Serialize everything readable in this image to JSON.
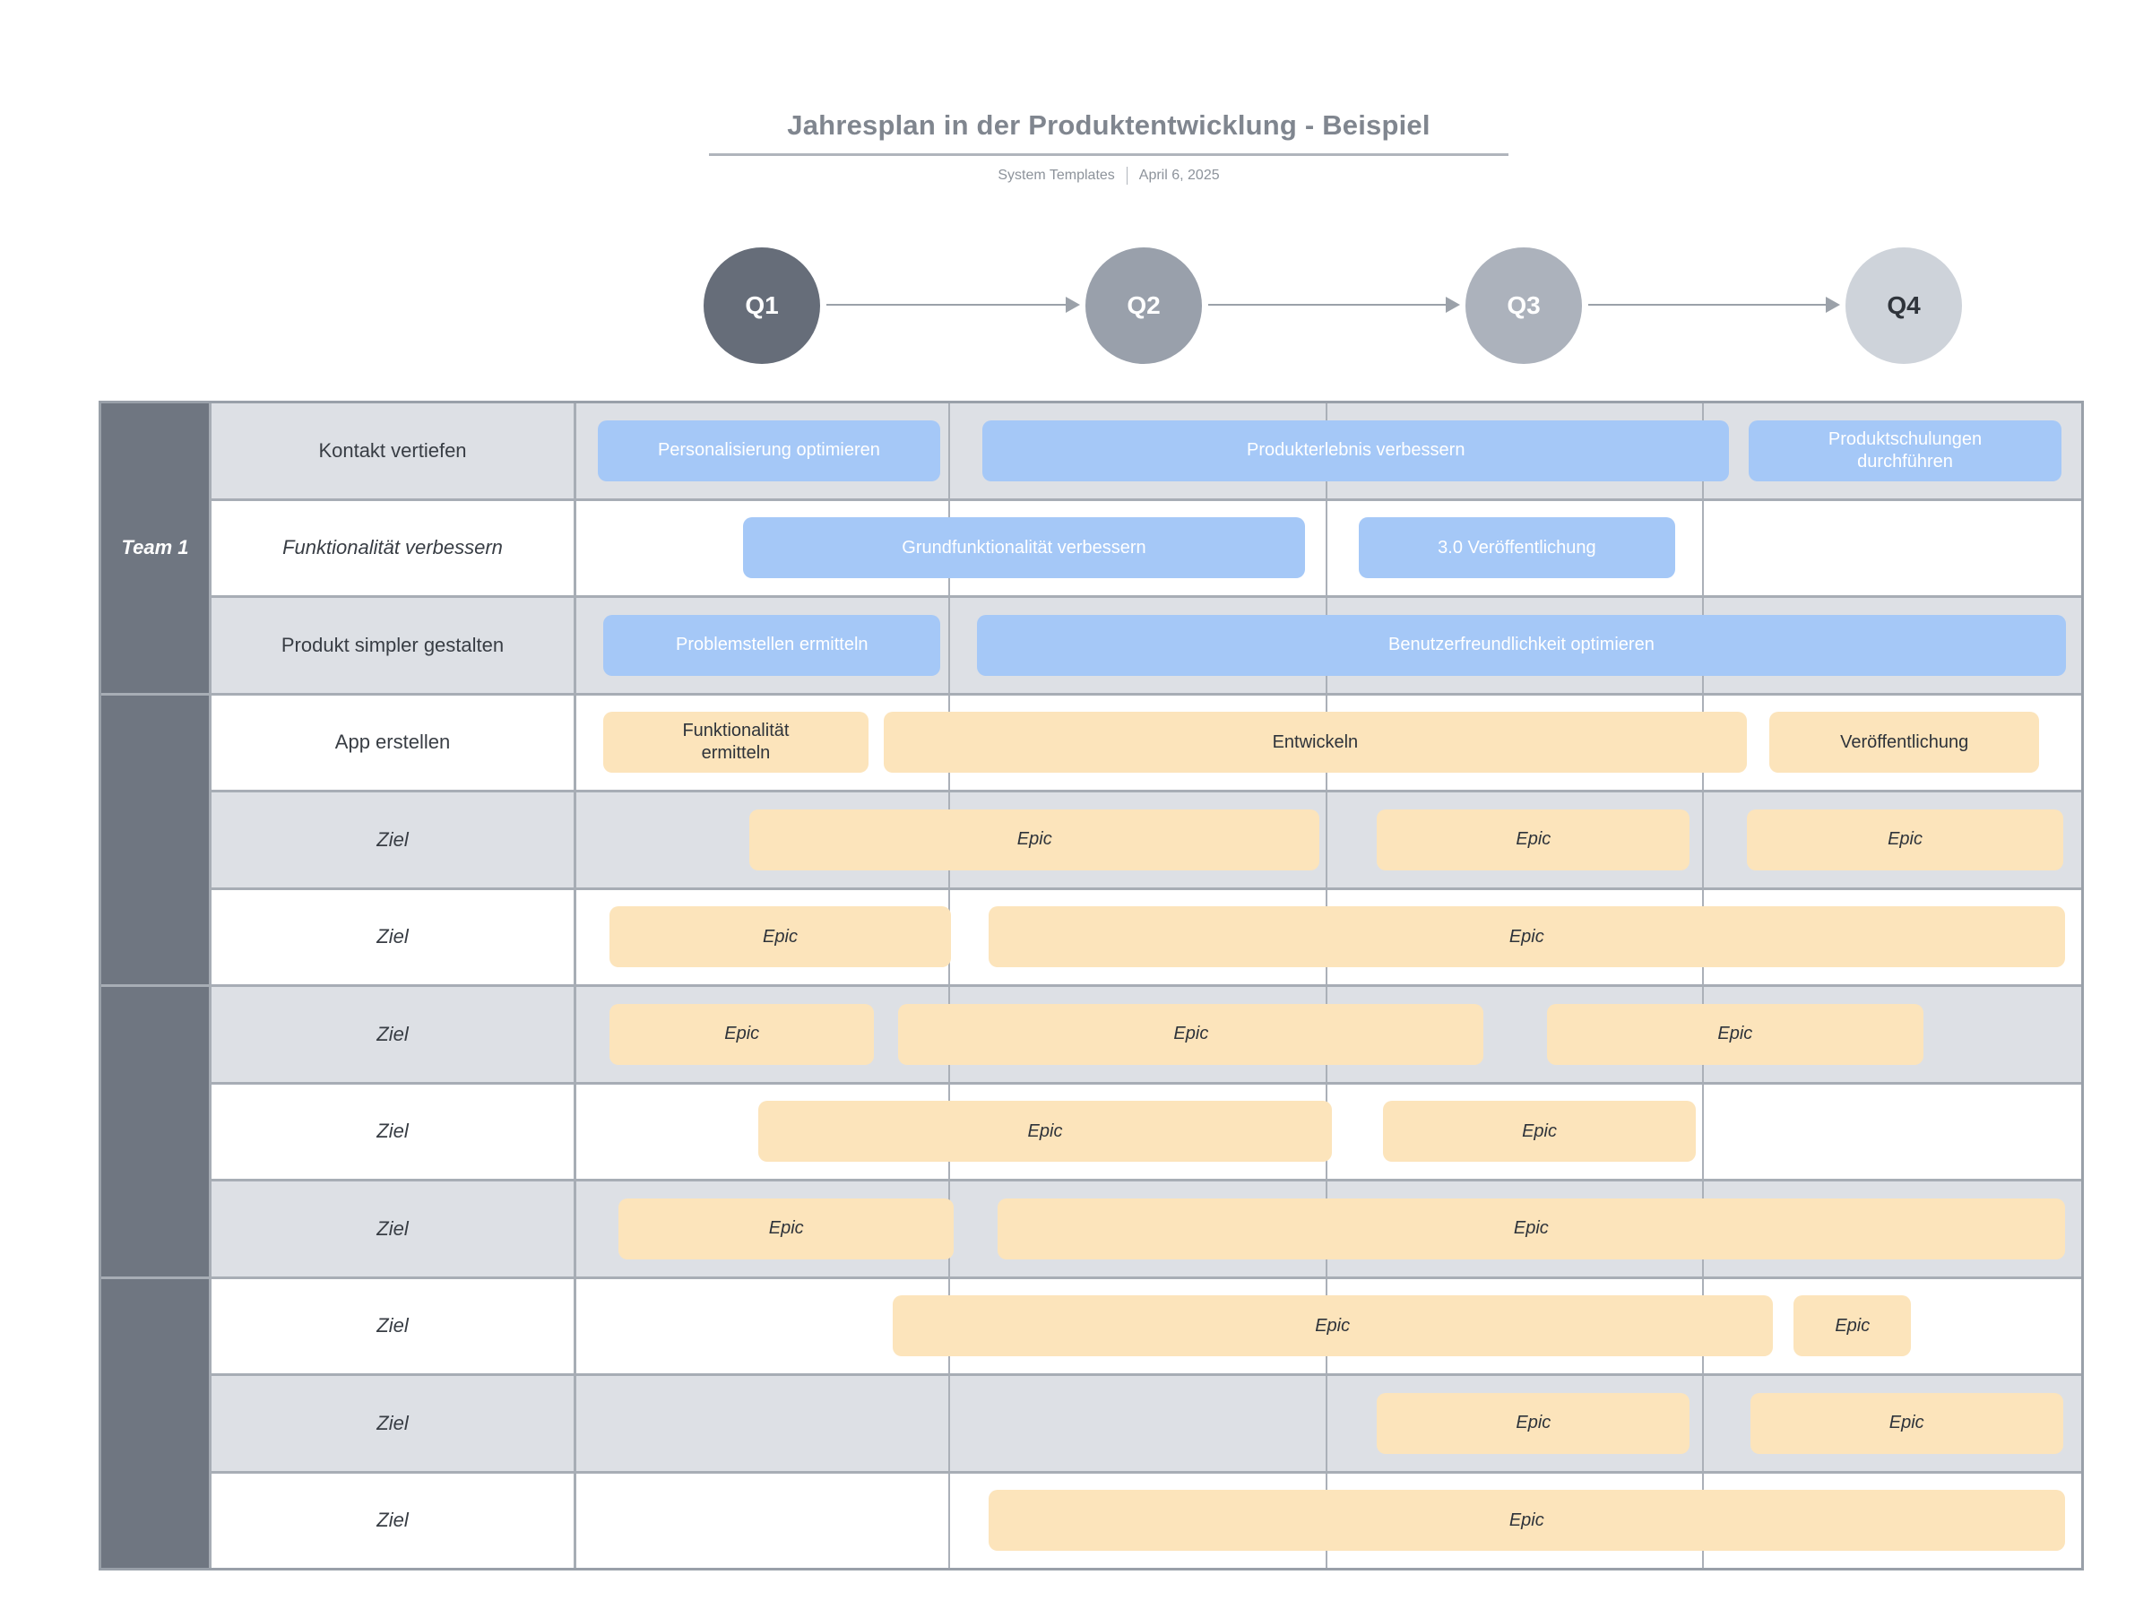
{
  "header": {
    "title": "Jahresplan in der Produktentwicklung - Beispiel",
    "source": "System Templates",
    "date": "April 6, 2025"
  },
  "colors": {
    "blue_bar": "#a5c8f7",
    "orange_bar": "#fce4bb",
    "sidebar": "#6f7681",
    "row_shade": "#dde0e5",
    "grid_line": "#a7adb5",
    "arrow": "#9ba1a9"
  },
  "quarters": [
    {
      "label": "Q1",
      "color": "#666d79",
      "text_color": "#ffffff"
    },
    {
      "label": "Q2",
      "color": "#99a0ab",
      "text_color": "#ffffff"
    },
    {
      "label": "Q3",
      "color": "#acb2bc",
      "text_color": "#ffffff"
    },
    {
      "label": "Q4",
      "color": "#ced3da",
      "text_color": "#2f343b"
    }
  ],
  "table": {
    "sections": [
      {
        "label": "Team 1",
        "rows": [
          {
            "label": "Kontakt vertiefen",
            "italic": false,
            "bars": [
              {
                "text": "Personalisierung optimieren",
                "color": "blue",
                "italic": false,
                "left": 1.4,
                "width": 22.8,
                "two_line": false
              },
              {
                "text": "Produkterlebnis verbessern",
                "color": "blue",
                "italic": false,
                "left": 27.0,
                "width": 49.6,
                "two_line": false
              },
              {
                "text": "Produktschulungen durchführen",
                "color": "blue",
                "italic": false,
                "left": 77.9,
                "width": 20.8,
                "two_line": true
              }
            ]
          },
          {
            "label": "Funktionalität verbessern",
            "italic": true,
            "bars": [
              {
                "text": "Grundfunktionalität verbessern",
                "color": "blue",
                "italic": false,
                "left": 11.1,
                "width": 37.3,
                "two_line": false
              },
              {
                "text": "3.0 Veröffentlichung",
                "color": "blue",
                "italic": false,
                "left": 52.0,
                "width": 21.0,
                "two_line": false
              }
            ]
          },
          {
            "label": "Produkt simpler gestalten",
            "italic": false,
            "bars": [
              {
                "text": "Problemstellen ermitteln",
                "color": "blue",
                "italic": false,
                "left": 1.8,
                "width": 22.4,
                "two_line": false
              },
              {
                "text": "Benutzerfreundlichkeit optimieren",
                "color": "blue",
                "italic": false,
                "left": 26.6,
                "width": 72.4,
                "two_line": false
              }
            ]
          }
        ]
      },
      {
        "label": "",
        "rows": [
          {
            "label": "App erstellen",
            "italic": false,
            "bars": [
              {
                "text": "Funktionalität ermitteln",
                "color": "orange",
                "italic": false,
                "left": 1.8,
                "width": 17.6,
                "two_line": true
              },
              {
                "text": "Entwickeln",
                "color": "orange",
                "italic": false,
                "left": 20.4,
                "width": 57.4,
                "two_line": false
              },
              {
                "text": "Veröffentlichung",
                "color": "orange",
                "italic": false,
                "left": 79.3,
                "width": 17.9,
                "two_line": false
              }
            ]
          },
          {
            "label": "Ziel",
            "italic": true,
            "bars": [
              {
                "text": "Epic",
                "color": "orange",
                "italic": true,
                "left": 11.5,
                "width": 37.9,
                "two_line": false
              },
              {
                "text": "Epic",
                "color": "orange",
                "italic": true,
                "left": 53.2,
                "width": 20.8,
                "two_line": false
              },
              {
                "text": "Epic",
                "color": "orange",
                "italic": true,
                "left": 77.8,
                "width": 21.0,
                "two_line": false
              }
            ]
          },
          {
            "label": "Ziel",
            "italic": true,
            "bars": [
              {
                "text": "Epic",
                "color": "orange",
                "italic": true,
                "left": 2.2,
                "width": 22.7,
                "two_line": false
              },
              {
                "text": "Epic",
                "color": "orange",
                "italic": true,
                "left": 27.4,
                "width": 71.5,
                "two_line": false
              }
            ]
          }
        ]
      },
      {
        "label": "",
        "rows": [
          {
            "label": "Ziel",
            "italic": true,
            "bars": [
              {
                "text": "Epic",
                "color": "orange",
                "italic": true,
                "left": 2.2,
                "width": 17.6,
                "two_line": false
              },
              {
                "text": "Epic",
                "color": "orange",
                "italic": true,
                "left": 21.4,
                "width": 38.9,
                "two_line": false
              },
              {
                "text": "Epic",
                "color": "orange",
                "italic": true,
                "left": 64.5,
                "width": 25.0,
                "two_line": false
              }
            ]
          },
          {
            "label": "Ziel",
            "italic": true,
            "bars": [
              {
                "text": "Epic",
                "color": "orange",
                "italic": true,
                "left": 12.1,
                "width": 38.1,
                "two_line": false
              },
              {
                "text": "Epic",
                "color": "orange",
                "italic": true,
                "left": 53.6,
                "width": 20.8,
                "two_line": false
              }
            ]
          },
          {
            "label": "Ziel",
            "italic": true,
            "bars": [
              {
                "text": "Epic",
                "color": "orange",
                "italic": true,
                "left": 2.8,
                "width": 22.3,
                "two_line": false
              },
              {
                "text": "Epic",
                "color": "orange",
                "italic": true,
                "left": 28.0,
                "width": 70.9,
                "two_line": false
              }
            ]
          }
        ]
      },
      {
        "label": "",
        "rows": [
          {
            "label": "Ziel",
            "italic": true,
            "bars": [
              {
                "text": "Epic",
                "color": "orange",
                "italic": true,
                "left": 21.0,
                "width": 58.5,
                "two_line": false
              },
              {
                "text": "Epic",
                "color": "orange",
                "italic": true,
                "left": 80.9,
                "width": 7.8,
                "two_line": false
              }
            ]
          },
          {
            "label": "Ziel",
            "italic": true,
            "bars": [
              {
                "text": "Epic",
                "color": "orange",
                "italic": true,
                "left": 53.2,
                "width": 20.8,
                "two_line": false
              },
              {
                "text": "Epic",
                "color": "orange",
                "italic": true,
                "left": 78.0,
                "width": 20.8,
                "two_line": false
              }
            ]
          },
          {
            "label": "Ziel",
            "italic": true,
            "bars": [
              {
                "text": "Epic",
                "color": "orange",
                "italic": true,
                "left": 27.4,
                "width": 71.5,
                "two_line": false
              }
            ]
          }
        ]
      }
    ]
  }
}
